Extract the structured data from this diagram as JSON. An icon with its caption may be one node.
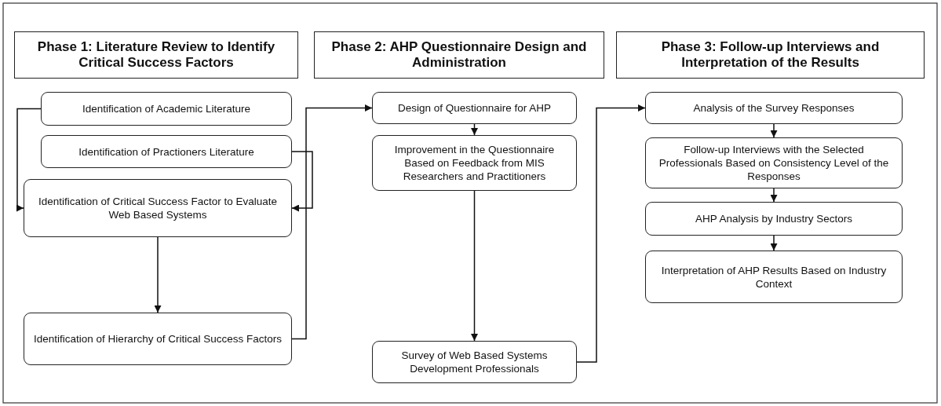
{
  "diagram": {
    "nodes": [
      {
        "text": [
          "Phase 1: Literature Review to Identify Critical Success Factors"
        ]
      },
      {
        "text": [
          "Identification of Academic Literature"
        ]
      },
      {
        "text": [
          "Identification of Practioners Literature"
        ]
      },
      {
        "text": [
          "Identification of Critical Success Factor to Evaluate Web Based Systems"
        ]
      },
      {
        "text": [
          "Identification of Hierarchy of  Critical Success Factors"
        ]
      },
      {
        "text": [
          "Phase 2: AHP Questionnaire Design and Administration"
        ]
      },
      {
        "text": [
          "Design of Questionnaire for AHP"
        ]
      },
      {
        "text": [
          "Improvement in the Questionnaire Based on Feedback from MIS Researchers and Practitioners"
        ]
      },
      {
        "text": [
          "Survey of Web Based Systems Development Professionals"
        ]
      },
      {
        "text": [
          "Phase 3: Follow-up Interviews and Interpretation of the Results"
        ]
      },
      {
        "text": [
          "Analysis of the Survey Responses"
        ]
      },
      {
        "text": [
          "Follow-up Interviews with the Selected Professionals Based on Consistency Level of the Responses"
        ]
      },
      {
        "text": [
          "AHP Analysis by Industry Sectors"
        ]
      },
      {
        "text": [
          "Interpretation of AHP Results Based on Industry Context"
        ]
      }
    ],
    "edges": [
      {
        "from": 1,
        "to": 3,
        "arrow": "to"
      },
      {
        "from": 2,
        "to": 3,
        "arrow": "to"
      },
      {
        "from": 3,
        "to": 4,
        "arrow": "to"
      },
      {
        "from": 4,
        "to": 6,
        "arrow": "to"
      },
      {
        "from": 6,
        "to": 7,
        "arrow": "to"
      },
      {
        "from": 7,
        "to": 8,
        "arrow": "to"
      },
      {
        "from": 8,
        "to": 10,
        "arrow": "to"
      },
      {
        "from": 10,
        "to": 11,
        "arrow": "to"
      },
      {
        "from": 11,
        "to": 12,
        "arrow": "to"
      },
      {
        "from": 12,
        "to": 13,
        "arrow": "to"
      }
    ]
  }
}
